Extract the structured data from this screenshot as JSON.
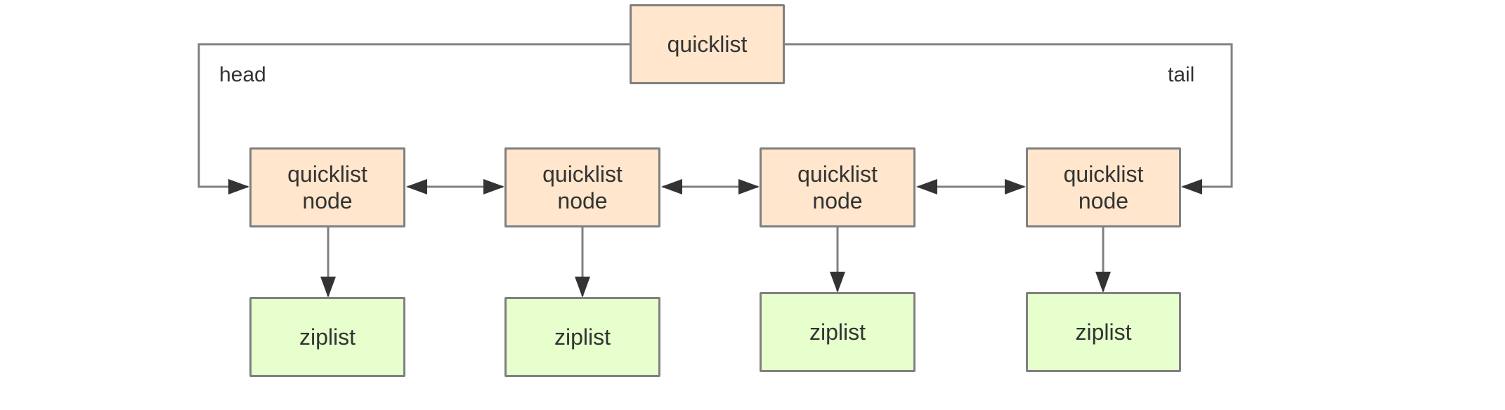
{
  "diagram": {
    "quicklist": {
      "label": "quicklist"
    },
    "edge_labels": {
      "head": "head",
      "tail": "tail"
    },
    "nodes": [
      {
        "line1": "quicklist",
        "line2": "node",
        "ziplist": "ziplist"
      },
      {
        "line1": "quicklist",
        "line2": "node",
        "ziplist": "ziplist"
      },
      {
        "line1": "quicklist",
        "line2": "node",
        "ziplist": "ziplist"
      },
      {
        "line1": "quicklist",
        "line2": "node",
        "ziplist": "ziplist"
      }
    ],
    "colors": {
      "node_fill": "#ffe6cc",
      "ziplist_fill": "#e6ffcc",
      "stroke": "#808080",
      "arrow": "#333333",
      "text": "#333333"
    }
  }
}
